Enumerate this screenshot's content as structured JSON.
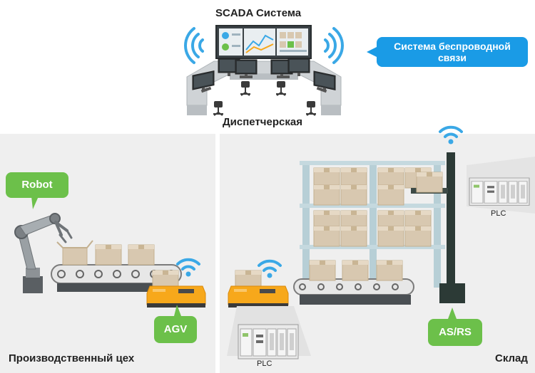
{
  "labels": {
    "scada": "SCADA Система",
    "control_room": "Диспетчерская",
    "production": "Производственный цех",
    "warehouse": "Склад",
    "plc_bottom": "PLC",
    "plc_right": "PLC"
  },
  "callouts": {
    "wireless_line1": "Система беспроводной",
    "wireless_line2": "связи",
    "robot": "Robot",
    "agv": "AGV",
    "asrs": "AS/RS"
  },
  "colors": {
    "green": "#6cc04a",
    "blue": "#1a9be6",
    "wifi": "#3aa8e6",
    "zone": "#efefef",
    "rack": "#b7cfd6",
    "box": "#d8c8b0",
    "agv_body": "#f7a81b"
  },
  "icons": [
    "wifi-icon",
    "robot-arm",
    "conveyor",
    "agv-vehicle",
    "plc-unit",
    "storage-rack",
    "stacker-crane",
    "monitor",
    "office-chair"
  ]
}
